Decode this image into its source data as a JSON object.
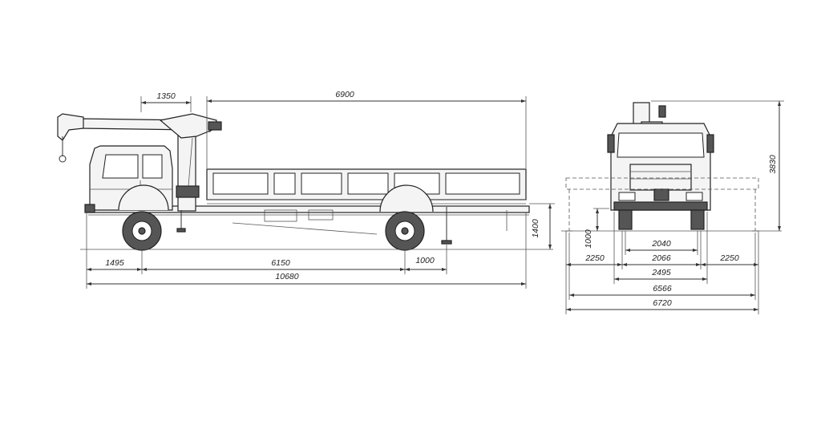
{
  "side_view": {
    "dims": {
      "crane_overhang": "1350",
      "platform_length": "6900",
      "front_overhang": "1495",
      "wheelbase": "6150",
      "rear_overhang": "1000",
      "total_length": "10680",
      "platform_height": "1400"
    }
  },
  "front_view": {
    "dims": {
      "total_height": "3830",
      "outrigger_height": "1000",
      "track": "2040",
      "width_mid": "2066",
      "outrigger_left": "2250",
      "outrigger_right": "2250",
      "overall_width": "2495",
      "outrigger_span": "6566",
      "outrigger_span_max": "6720"
    }
  },
  "colors": {
    "line": "#333333",
    "fill": "#f4f4f4",
    "background": "#ffffff"
  }
}
